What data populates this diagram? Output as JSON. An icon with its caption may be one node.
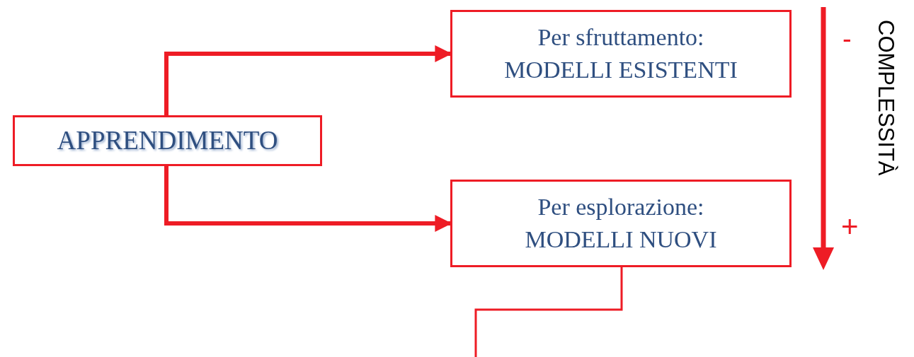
{
  "diagram": {
    "nodes": [
      {
        "text": [
          "APPRENDIMENTO"
        ]
      },
      {
        "text": [
          "Per sfruttamento:",
          "MODELLI ESISTENTI"
        ]
      },
      {
        "text": [
          "Per esplorazione:",
          "MODELLI NUOVI"
        ]
      }
    ],
    "edges": [
      {
        "from": 0,
        "to": 1,
        "arrow": "to"
      },
      {
        "from": 0,
        "to": 2,
        "arrow": "to"
      },
      {
        "from": 2,
        "to": null,
        "arrow": "none"
      }
    ],
    "labels": [
      "-",
      "+",
      "COMPLESSITÀ"
    ]
  }
}
